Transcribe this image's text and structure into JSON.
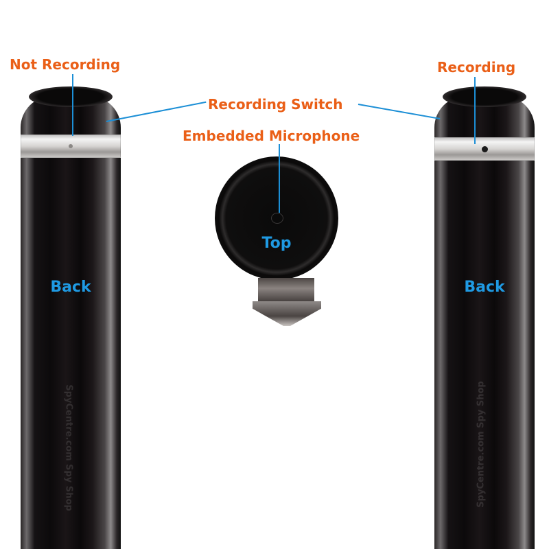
{
  "image": {
    "description": "Product photo of a spy pen recorder showing back views and top view with labels",
    "colors": {
      "label_orange": "#ea5f17",
      "label_blue": "#1f9ae3",
      "line_blue": "#1c8fd6",
      "background": "#ffffff"
    }
  },
  "labels": {
    "not_recording": "Not Recording",
    "recording": "Recording",
    "recording_switch": "Recording Switch",
    "embedded_microphone": "Embedded Microphone"
  },
  "pens": [
    {
      "view_label": "Back",
      "state": "Not Recording",
      "watermark": "SpyCentre.com Spy Shop"
    },
    {
      "view_label": "Back",
      "state": "Recording",
      "watermark": "SpyCentre.com Spy Shop"
    }
  ],
  "top_view": {
    "label": "Top"
  }
}
